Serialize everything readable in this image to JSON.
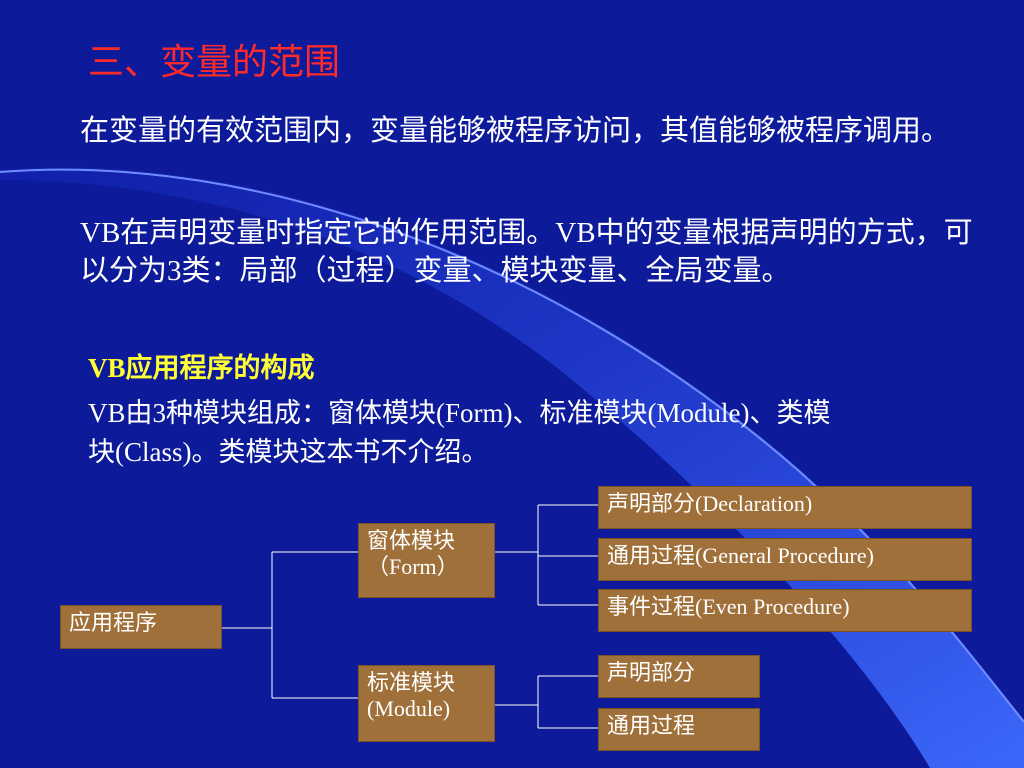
{
  "title": "三、变量的范围",
  "paragraphs": {
    "p1": "在变量的有效范围内，变量能够被程序访问，其值能够被程序调用。",
    "p2": "VB在声明变量时指定它的作用范围。VB中的变量根据声明的方式，可以分为3类：局部（过程）变量、模块变量、全局变量。"
  },
  "section": {
    "title": "VB应用程序的构成",
    "text": "VB由3种模块组成：窗体模块(Form)、标准模块(Module)、类模块(Class)。类模块这本书不介绍。"
  },
  "diagram": {
    "root": "应用程序",
    "form_module": "窗体模块（Form）",
    "standard_module": "标准模块(Module)",
    "form_children": [
      "声明部分(Declaration)",
      "通用过程(General Procedure)",
      "事件过程(Even Procedure)"
    ],
    "module_children": [
      "声明部分",
      "通用过程"
    ]
  },
  "colors": {
    "background": "#0d1a9a",
    "title": "#ff2a2a",
    "subtitle": "#ffff33",
    "box": "#a0703a"
  }
}
